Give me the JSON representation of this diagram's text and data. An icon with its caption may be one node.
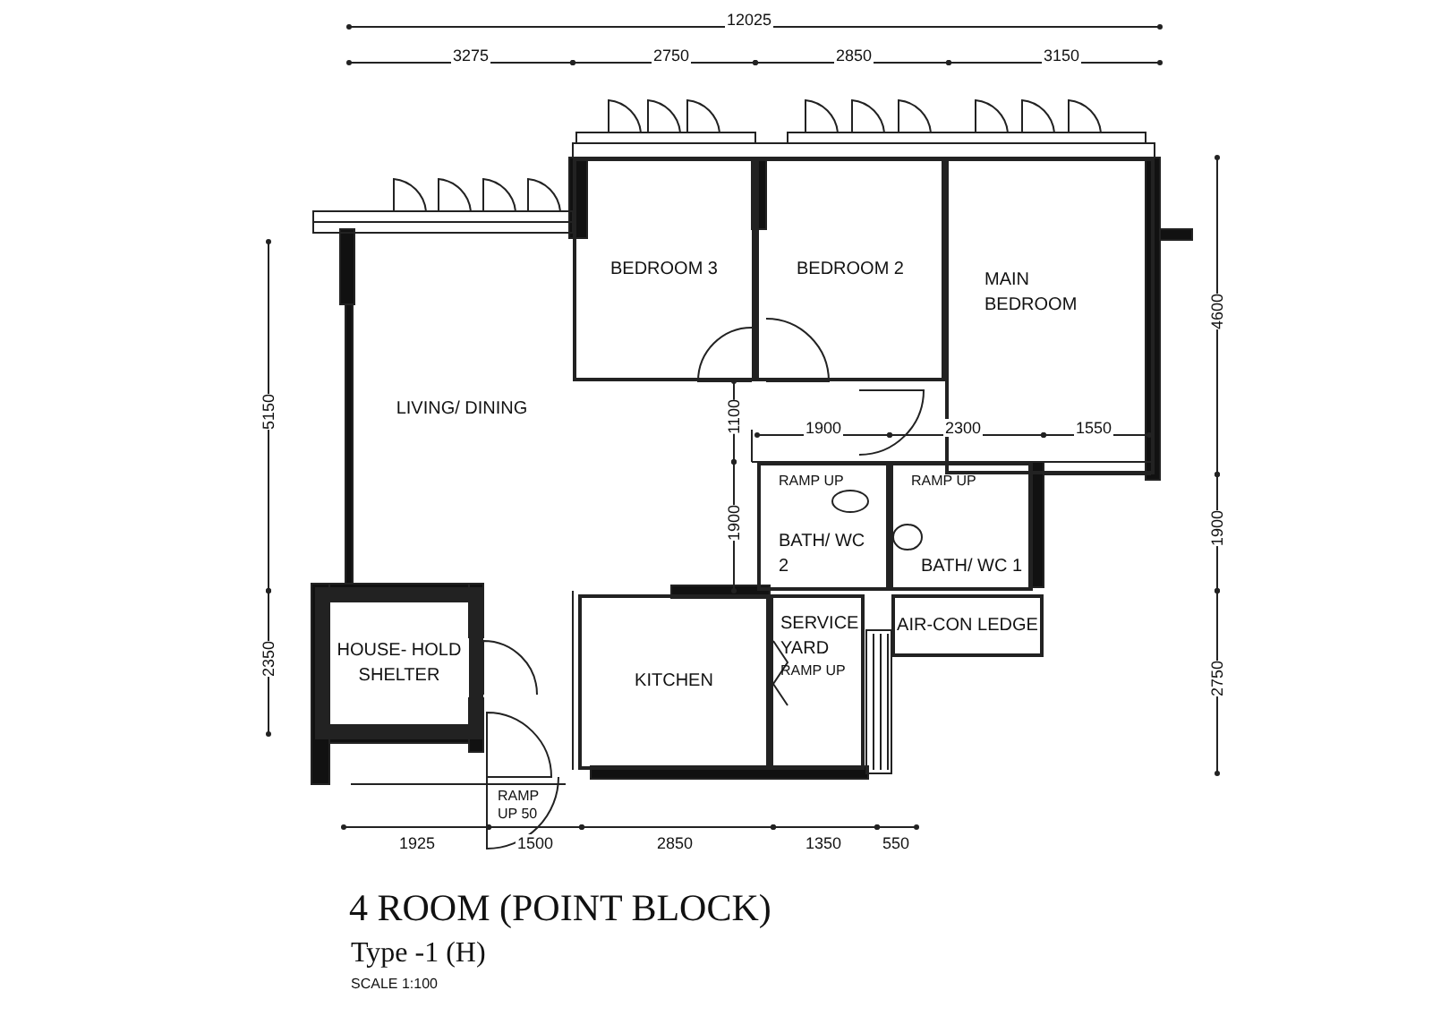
{
  "diagram": {
    "title": "4 ROOM (POINT BLOCK)",
    "nodes": [
      {
        "text": [
          "BEDROOM 3"
        ]
      },
      {
        "text": [
          "BEDROOM 2"
        ]
      },
      {
        "text": [
          "MAIN BEDROOM"
        ]
      },
      {
        "text": [
          "LIVING/ DINING"
        ]
      },
      {
        "text": [
          "RAMP UP",
          "BATH/ WC 2"
        ]
      },
      {
        "text": [
          "RAMP UP",
          "BATH/ WC 1"
        ]
      },
      {
        "text": [
          "HOUSE- HOLD SHELTER"
        ]
      },
      {
        "text": [
          "KITCHEN"
        ]
      },
      {
        "text": [
          "SERVICE YARD",
          "RAMP UP"
        ]
      },
      {
        "text": [
          "AIR-CON LEDGE"
        ]
      }
    ],
    "labels": [
      "12025",
      "3275",
      "2750",
      "2850",
      "3150",
      "5150",
      "4600",
      "1100",
      "1900",
      "2300",
      "1550",
      "1900",
      "1900",
      "2350",
      "2750",
      "RAMP UP 50",
      "1925",
      "1500",
      "2850",
      "1350",
      "550",
      "Type -1 (H)",
      "SCALE 1:100"
    ]
  }
}
